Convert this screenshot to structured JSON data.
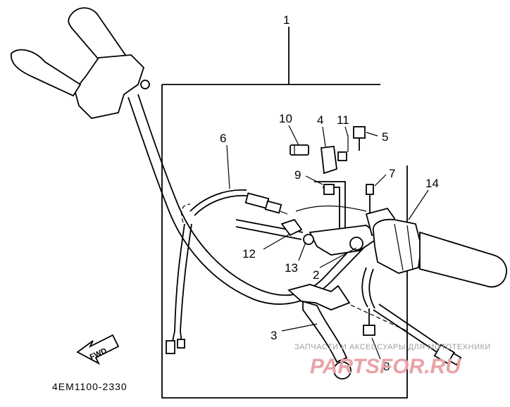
{
  "labels": {
    "p1": "1",
    "p2": "2",
    "p3": "3",
    "p4": "4",
    "p5": "5",
    "p6": "6",
    "p7": "7",
    "p8": "8",
    "p9": "9",
    "p10": "10",
    "p11": "11",
    "p12": "12",
    "p13": "13",
    "p14": "14"
  },
  "part_code": "4EM1100-2330",
  "fwd_label": "FWD",
  "watermark": {
    "top_text": "ЗАПЧАСТИ И АКСЕССУАРЫ ДЛЯ МОТОТЕХНИКИ",
    "logo_text": "PARTSFOR.RU"
  }
}
